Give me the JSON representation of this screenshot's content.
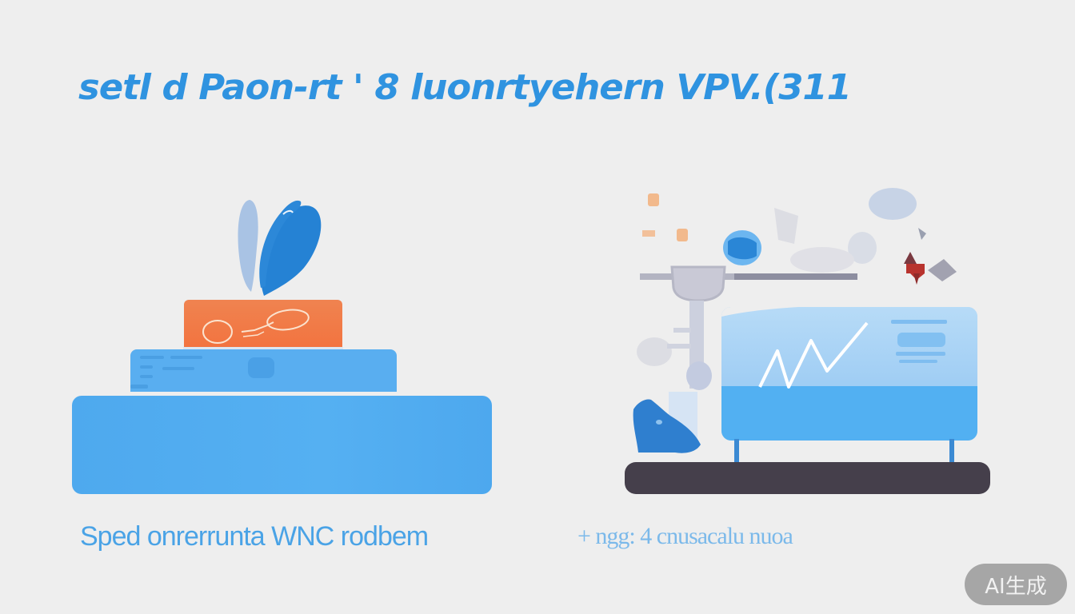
{
  "title": "setl d Paon-rt ' 8 luonrtyehern VPV.(311",
  "captions": {
    "left": "Sped onrerrunta WNC rodbem",
    "right": "+ ngg: 4 cnusacalu nuoa"
  },
  "badge": {
    "label": "AI生成"
  },
  "colors": {
    "background": "#eeeeee",
    "title_blue": "#2f93e0",
    "slab_blue": "#4ea9ee",
    "orange": "#f2773f",
    "dark_bar": "#453f4b",
    "badge_bg": "#a6a6a6"
  },
  "illustrations": {
    "left": {
      "name": "stacked-layers-with-ribbon"
    },
    "right": {
      "name": "monitor-with-line-chart-and-robot-arm"
    }
  }
}
